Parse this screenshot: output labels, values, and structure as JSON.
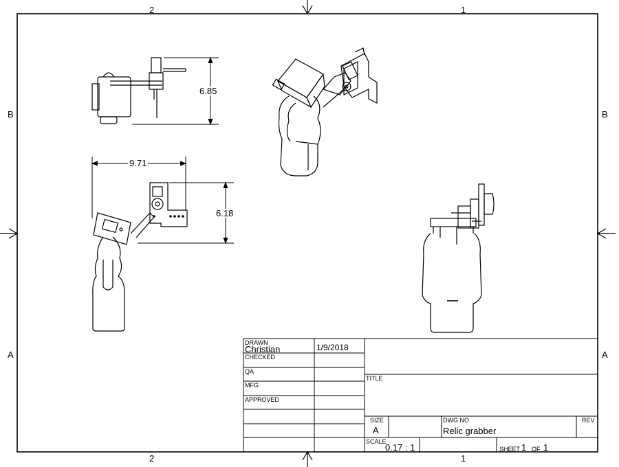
{
  "zones": {
    "top_left": "2",
    "top_right": "1",
    "bottom_left": "2",
    "bottom_right": "1",
    "left_upper": "B",
    "left_lower": "A",
    "right_upper": "B",
    "right_lower": "A"
  },
  "dimensions": {
    "top_view_height": "6.85",
    "front_view_width": "9.71",
    "front_view_height": "6.18"
  },
  "title_block": {
    "drawn_label": "DRAWN",
    "drawn_by": "Christian",
    "drawn_date": "1/9/2018",
    "checked_label": "CHECKED",
    "qa_label": "QA",
    "mfg_label": "MFG",
    "approved_label": "APPROVED",
    "title_label": "TITLE",
    "size_label": "SIZE",
    "size_value": "A",
    "dwg_no_label": "DWG NO",
    "dwg_no_value": "Relic grabber",
    "rev_label": "REV",
    "scale_label": "SCALE",
    "scale_value": "0.17 : 1",
    "sheet_label": "SHEET",
    "sheet_number": "1",
    "of_label": "OF",
    "sheet_total": "1"
  }
}
